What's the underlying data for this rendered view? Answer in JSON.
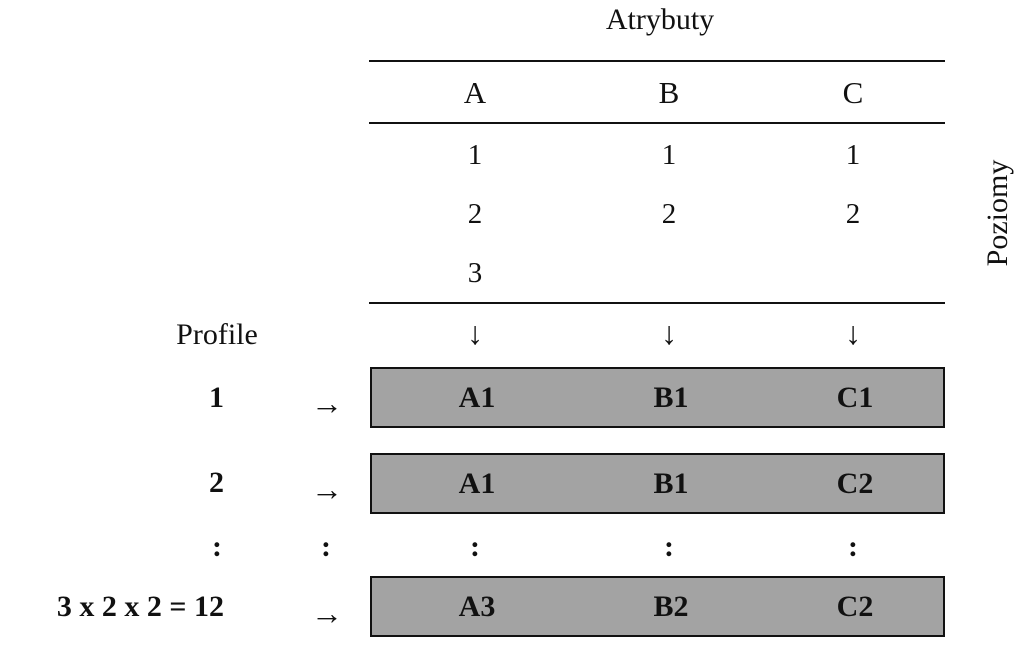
{
  "title": "Atrybuty",
  "side_label": "Poziomy",
  "profile_heading": "Profile",
  "attributes": [
    {
      "name": "A",
      "levels": [
        "1",
        "2",
        "3"
      ],
      "arrow": "↓"
    },
    {
      "name": "B",
      "levels": [
        "1",
        "2"
      ],
      "arrow": "↓"
    },
    {
      "name": "C",
      "levels": [
        "1",
        "2"
      ],
      "arrow": "↓"
    }
  ],
  "profiles": [
    {
      "label": "1",
      "arrow": "→",
      "values": [
        "A1",
        "B1",
        "C1"
      ]
    },
    {
      "label": "2",
      "arrow": "→",
      "values": [
        "A1",
        "B1",
        "C2"
      ]
    },
    {
      "label": "3 x 2 x 2 = 12",
      "arrow": "→",
      "values": [
        "A3",
        "B2",
        "C2"
      ]
    }
  ],
  "ellipsis": {
    "label": ":",
    "arrow": ":",
    "values": [
      ":",
      ":",
      ":"
    ]
  },
  "colors": {
    "bar_fill": "#a3a3a3",
    "line": "#111111",
    "text": "#111111"
  }
}
